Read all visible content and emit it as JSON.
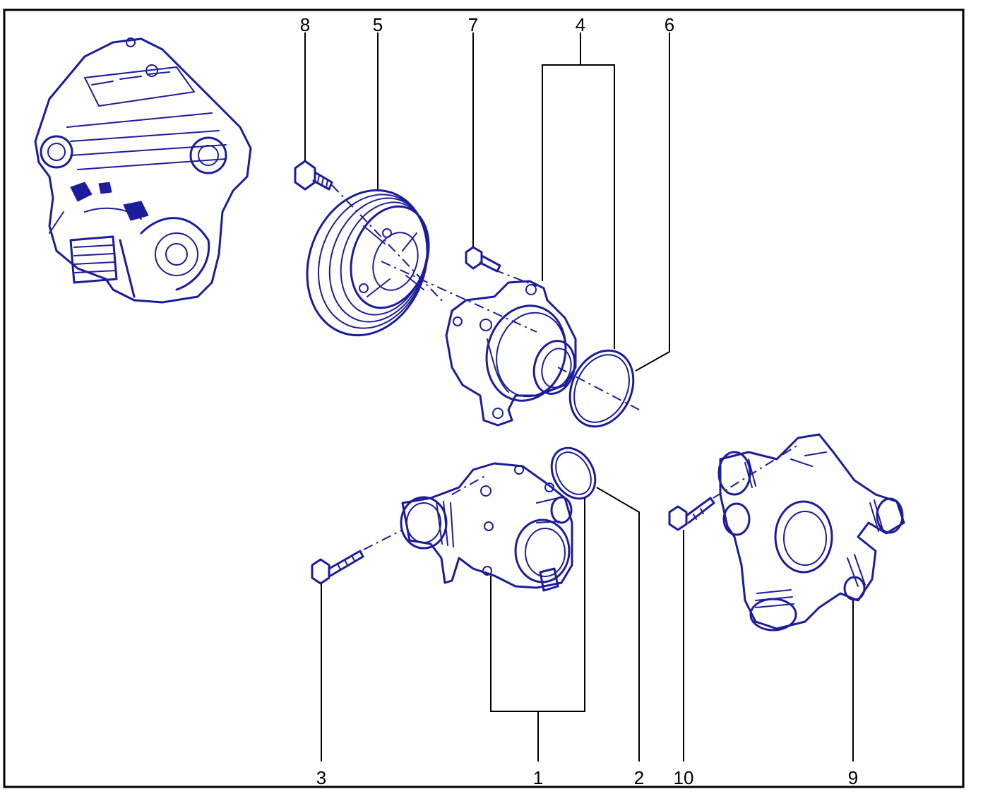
{
  "diagram": {
    "callouts": [
      {
        "id": "c8",
        "text": "8"
      },
      {
        "id": "c5",
        "text": "5"
      },
      {
        "id": "c7",
        "text": "7"
      },
      {
        "id": "c4",
        "text": "4"
      },
      {
        "id": "c6",
        "text": "6"
      },
      {
        "id": "c3",
        "text": "3"
      },
      {
        "id": "c1",
        "text": "1"
      },
      {
        "id": "c2",
        "text": "2"
      },
      {
        "id": "c10",
        "text": "10"
      },
      {
        "id": "c9",
        "text": "9"
      }
    ],
    "colors": {
      "line_art": "#1c1c9c",
      "leader_lines": "#000000",
      "border": "#000000",
      "background": "#ffffff"
    }
  }
}
